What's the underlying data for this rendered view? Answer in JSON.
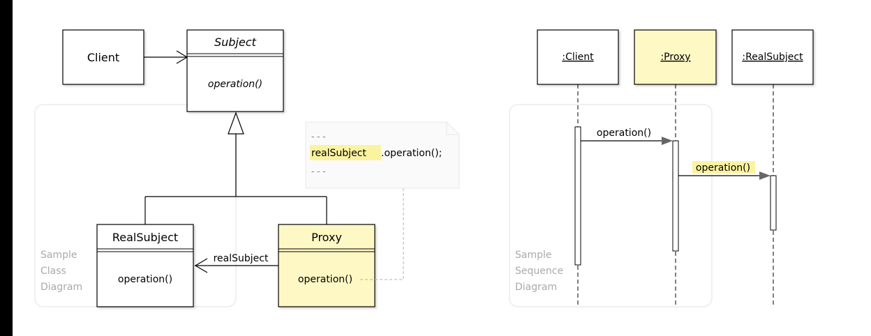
{
  "colors": {
    "background": "#ffffff",
    "frame": "#000000",
    "box_fill": "#ffffff",
    "proxy_fill": "#fdf8c4",
    "highlight": "#fbf3a0",
    "line": "#000000",
    "panel_label": "#a9a9a9",
    "note_fill": "#fafafa"
  },
  "class_diagram": {
    "panel_label": [
      "Sample",
      "Class",
      "Diagram"
    ],
    "client": {
      "name": "Client"
    },
    "subject": {
      "name": "Subject",
      "operation": "operation()"
    },
    "real_subject": {
      "name": "RealSubject",
      "operation": "operation()"
    },
    "proxy": {
      "name": "Proxy",
      "operation": "operation()"
    },
    "association_label": "realSubject",
    "note": {
      "line1": "- - -",
      "line2_object": "realSubject",
      "line2_rest": ".operation();",
      "line3": "- - -"
    }
  },
  "sequence_diagram": {
    "panel_label": [
      "Sample",
      "Sequence",
      "Diagram"
    ],
    "lifelines": [
      ":Client",
      ":Proxy",
      ":RealSubject"
    ],
    "messages": [
      "operation()",
      "operation()"
    ]
  }
}
